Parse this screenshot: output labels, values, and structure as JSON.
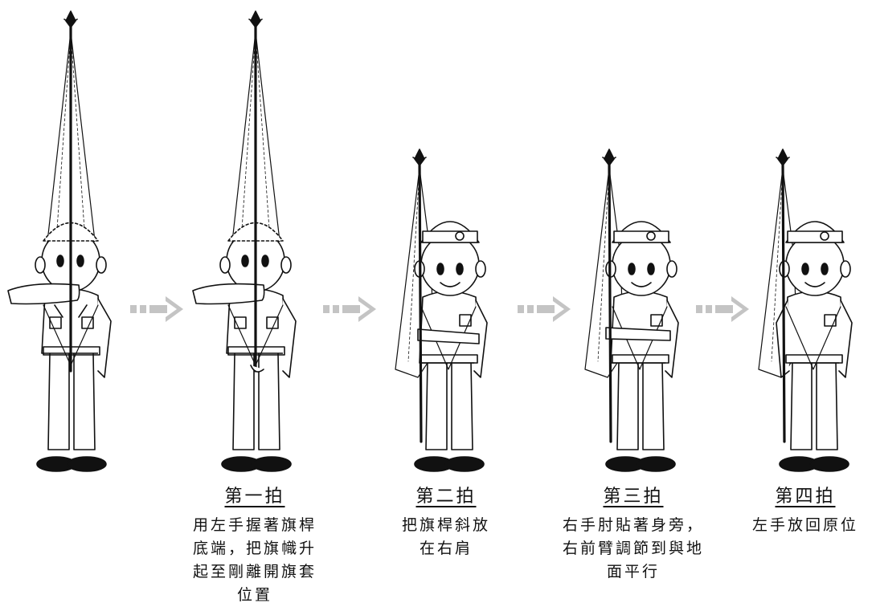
{
  "steps": [
    {
      "title": "",
      "body": ""
    },
    {
      "title": "第一拍",
      "body": "用左手握著旗桿\n底端，把旗幟升\n起至剛離開旗套\n位置"
    },
    {
      "title": "第二拍",
      "body": "把旗桿斜放\n在右肩"
    },
    {
      "title": "第三拍",
      "body": "右手肘貼著身旁，\n右前臂調節到與地\n面平行"
    },
    {
      "title": "第四拍",
      "body": "左手放回原位"
    }
  ],
  "colors": {
    "line": "#111111",
    "arrow": "#c4c4c4",
    "shoe": "#111111"
  }
}
